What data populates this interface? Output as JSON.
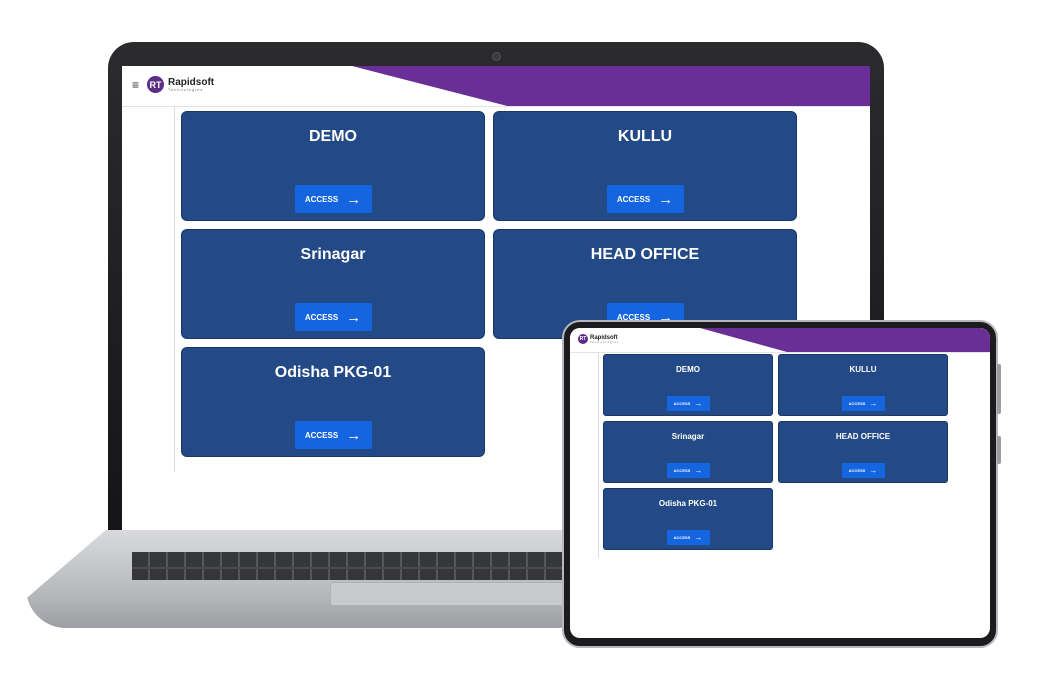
{
  "brand": {
    "name": "Rapidsoft",
    "tagline": "Technologies",
    "badge": "RT"
  },
  "header": {
    "menu_icon": "hamburger-menu-icon",
    "accent": "#6a2e97"
  },
  "access_label": "ACCESS",
  "projects": [
    {
      "title": "DEMO"
    },
    {
      "title": "KULLU"
    },
    {
      "title": "Srinagar"
    },
    {
      "title": "HEAD OFFICE"
    },
    {
      "title": "Odisha PKG-01"
    }
  ],
  "colors": {
    "card": "#234a86",
    "button": "#1565e0"
  }
}
